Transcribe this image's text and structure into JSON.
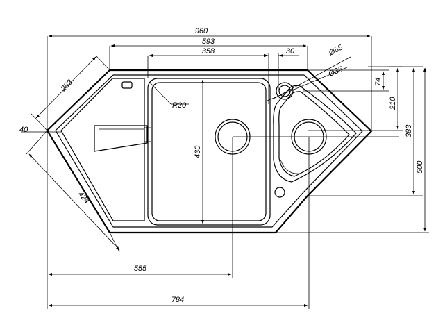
{
  "drawing": {
    "dimensions": {
      "overall_width": "960",
      "main_bowl_span": "593",
      "main_bowl_inner": "358",
      "tap_offset": "30",
      "tap_hole_diameter": "Ø65",
      "small_hole_diameter": "Ø35",
      "depth_74": "74",
      "depth_210": "210",
      "depth_383": "383",
      "depth_500": "500",
      "side_283": "283",
      "side_424": "424",
      "corner_40": "40",
      "radius": "R20",
      "bowl_depth": "430",
      "drain_offset": "555",
      "total_projection": "784"
    },
    "colors": {
      "line": "#000000",
      "background": "#ffffff"
    }
  }
}
